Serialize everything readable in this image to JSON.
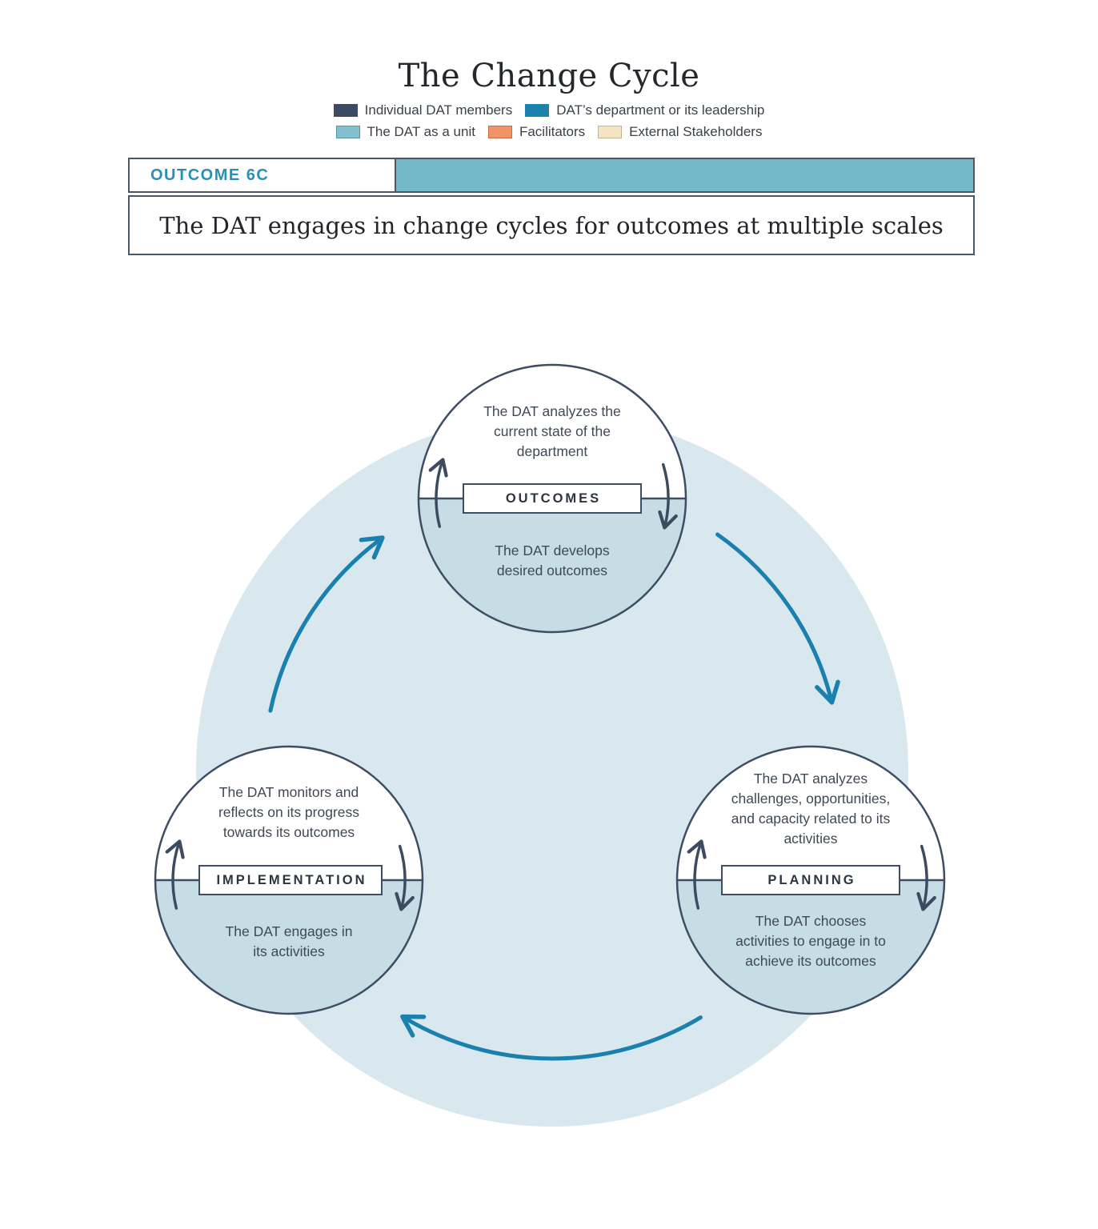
{
  "title": "The Change Cycle",
  "legend": {
    "row1": [
      {
        "label": "Individual DAT members",
        "color": "#3c4b63",
        "border": "#3c4b63"
      },
      {
        "label": "DAT’s department or its leadership",
        "color": "#1d80ad",
        "border": "#1d80ad"
      }
    ],
    "row2": [
      {
        "label": "The DAT as a unit",
        "color": "#82c0cf",
        "border": "#58919f"
      },
      {
        "label": "Facilitators",
        "color": "#f09366",
        "border": "#cb6c41"
      },
      {
        "label": "External Stakeholders",
        "color": "#f3e4c2",
        "border": "#c3b28b"
      }
    ]
  },
  "outcome": {
    "code": "OUTCOME 6C",
    "code_color": "#2a8fb4",
    "bar_fill": "#74b9ca",
    "description": "The DAT engages in change cycles for outcomes at multiple scales"
  },
  "cycle": {
    "background_circle_color": "#d9e8ee",
    "half_fill_color": "#c6dde6",
    "outline_color": "#3e4d63",
    "flow_arrow_color": "#1a80ae",
    "rotation_arrow_color": "#3d4b60",
    "stages": [
      {
        "name": "outcomes",
        "label": "OUTCOMES",
        "top_text": "The DAT analyzes the\ncurrent state of the\ndepartment",
        "bottom_text": "The DAT develops\ndesired outcomes"
      },
      {
        "name": "planning",
        "label": "PLANNING",
        "top_text": "The DAT analyzes\nchallenges, opportunities,\nand capacity related to its\nactivities",
        "bottom_text": "The DAT chooses\nactivities to engage in to\nachieve its outcomes"
      },
      {
        "name": "implementation",
        "label": "IMPLEMENTATION",
        "top_text": "The DAT monitors and\nreflects on its progress\ntowards its outcomes",
        "bottom_text": "The DAT engages in\nits activities"
      }
    ]
  }
}
